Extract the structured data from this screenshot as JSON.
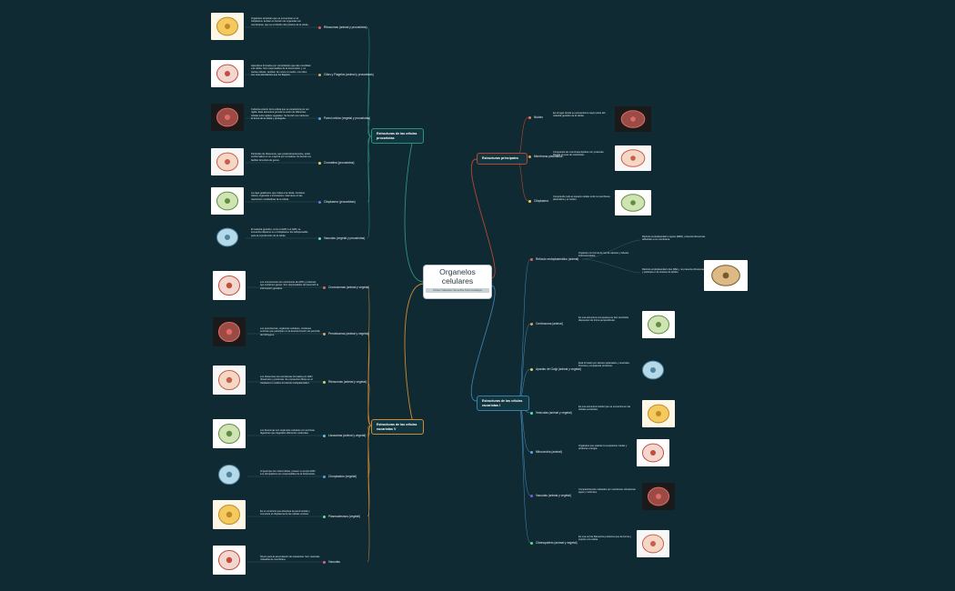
{
  "central": {
    "title_line1": "Organelos",
    "title_line2": "celulares",
    "author": "Chávez Valladares Samantha Sofia Guadalupe"
  },
  "colors": {
    "background": "#0f2a33",
    "teal_branch": "#2f8f7f",
    "red_branch": "#b8472f",
    "blue_branch": "#3b7fa8",
    "orange_branch": "#d08a33"
  },
  "topics": {
    "prokaryotic": "Estructuras de las células procariotas",
    "eukaryotic": "Estructuras de las células eucariotas V",
    "main": "Estructuras principales",
    "eukaryotic2": "Estructuras de las células eucariotas I"
  },
  "prokaryotic": [
    {
      "label": "Ribosomas (animal y procariotas)",
      "desc": "Orgánulos sintetizan que se encuentran en el citoplasma. Actúan en función de organelas con membranas, que es el cilindro del protelus de la célula.",
      "icon": "organelle-image",
      "color": "#e05d5d"
    },
    {
      "label": "Cilios y Flagelos (animal y procariotas)",
      "desc": "Apéndices formados por microtúbulos que dan movilidad a la célula. Son responsables de la locomoción y, en ciertas células, también de mover el medio. Los cilios son más abundantes que los flagelos.",
      "icon": "cilia-image",
      "color": "#e0a35d"
    },
    {
      "label": "Pared celular (vegetal y procariotas)",
      "desc": "Cubierta exterior de la célula que se caracteriza por ser rígida. Esta estructura permite la unión de diferentes células entre tejidos vegetales. Su función es mantener la forma de la célula y protegerla.",
      "icon": "cell-wall-image",
      "color": "#5da0e0"
    },
    {
      "label": "Cromatina (procariotas)",
      "desc": "Partículas de ribosomas, que predominantemente, están conformados en su mayoría por cromatina. Su función es facilitar la lectura de genes.",
      "icon": "chromatin-image",
      "color": "#e0d05d"
    },
    {
      "label": "Citoplasma (procariotas)",
      "desc": "La capa gelatinosa, que rodea a la célula. Contiene citosol, orgánulos e inclusiones. Interviene en las reacciones metabólicas de la célula.",
      "icon": "cytoplasm-image",
      "color": "#5d7be0"
    },
    {
      "label": "Vacuolas (vegetal y procariotas)",
      "desc": "El material genético, como el ADN o el ARN, se encuentra disperso en el citoplasma. Es indispensable para la reproducción de la célula.",
      "icon": "dna-image",
      "color": "#5de0c8"
    }
  ],
  "eukaryotic": [
    {
      "label": "Cromosomas (animal y vegetal)",
      "desc": "Los cromosomas son estructuras de ADN y proteínas que contienen genes. Son responsables de transmitir la información genética.",
      "icon": "chromosome-image",
      "color": "#e06a5d"
    },
    {
      "label": "Peroxisomas (animal y vegetal)",
      "desc": "Los peroxisomas, orgánulos celulares, contienen enzimas que participan en la desintoxicación de peróxido de hidrógeno.",
      "icon": "peroxisome-image",
      "color": "#e0a35d"
    },
    {
      "label": "Ribosomas (animal y vegetal)",
      "desc": "Los ribosomas son estructuras formadas por ARN ribosómico y proteínas. Se encuentran libres en el citoplasma o unidos al retículo endoplasmático.",
      "icon": "ribosome-image",
      "color": "#e0d05d"
    },
    {
      "label": "Lisosomas (animal y vegetal)",
      "desc": "Los lisosomas son orgánulos celulares con enzimas digestivas que degradan diferentes moléculas.",
      "icon": "lysosome-image",
      "color": "#5dc0e0"
    },
    {
      "label": "Cloroplastos (vegetal)",
      "desc": "Al igual que los mitocondrias, poseen su propio ADN. Los cloroplastos son responsables de la fotosíntesis.",
      "icon": "chloroplast-image",
      "color": "#5d9be0"
    },
    {
      "label": "Plasmodesmos (vegetal)",
      "desc": "Es un conducto que atraviesa la pared celular y comunica el citoplasma de las células vecinas.",
      "icon": "plasmodesmata-image",
      "color": "#5de09a"
    },
    {
      "label": "Vacuolas",
      "desc": "Sirven para la acumulación de sustancias. Son vesículas rodeadas de membrana.",
      "icon": "vacuole-image",
      "color": "#e05d9b"
    }
  ],
  "main": [
    {
      "label": "Núcleo",
      "desc": "Es el lugar donde se encuentra la mayor parte del material genético de la célula.",
      "icon": "nucleus-image",
      "color": "#e07a5d"
    },
    {
      "label": "Membrana plasmática",
      "desc": "Compuesta de una bicapa lipídica con proteínas. Regula el paso de sustancias.",
      "icon": "membrane-image",
      "color": "#e0a35d"
    },
    {
      "label": "Citoplasma",
      "desc": "Comprende todo el espacio celular entre la membrana plasmática y el núcleo.",
      "icon": "cytoplasm-cell-image",
      "color": "#e0d05d"
    }
  ],
  "eukaryotic2": [
    {
      "label": "Retículo endoplasmático (animal)",
      "desc": "Orgánulo con forma de red de sáculos y túbulos interconectados.",
      "icon": "none",
      "color": "#e0665d"
    },
    {
      "label": "Centrosoma (animal)",
      "desc": "Es una estructura compuesta por dos centríolos dispuestos de forma perpendicular.",
      "icon": "centrosome-image",
      "color": "#e0a35d"
    },
    {
      "label": "Aparato de Golgi (animal y vegetal)",
      "desc": "Está formado por sáculos aplanados y vesículas. Procesa y empaqueta proteínas.",
      "icon": "golgi-image",
      "color": "#e0d05d"
    },
    {
      "label": "Vesículas (animal y vegetal)",
      "desc": "Es una estructura celular que se encuentra en las células eucariotas.",
      "icon": "vesicle-image",
      "color": "#5de0b0"
    },
    {
      "label": "Mitocondria (animal)",
      "desc": "Orgánulos que realizan la respiración celular y producen energía.",
      "icon": "mitochondria-image",
      "color": "#5da6e0"
    },
    {
      "label": "Vacuolas (animal y vegetal)",
      "desc": "Compartimientos rodeados por membrana. Almacenan agua y nutrientes.",
      "icon": "vacuole2-image",
      "color": "#7b5de0"
    },
    {
      "label": "Citoesqueleto (animal y vegetal)",
      "desc": "Es una red de filamentos proteicos que da forma y soporte a la célula.",
      "icon": "cytoskeleton-image",
      "color": "#5de07a"
    }
  ],
  "retic_sub": [
    {
      "desc": "Retículo endoplasmático rugoso (RER), presenta ribosomas adheridos a su membrana."
    },
    {
      "desc": "Retículo endoplasmático liso (REL), no presenta ribosomas y participa en la síntesis de lípidos."
    }
  ]
}
